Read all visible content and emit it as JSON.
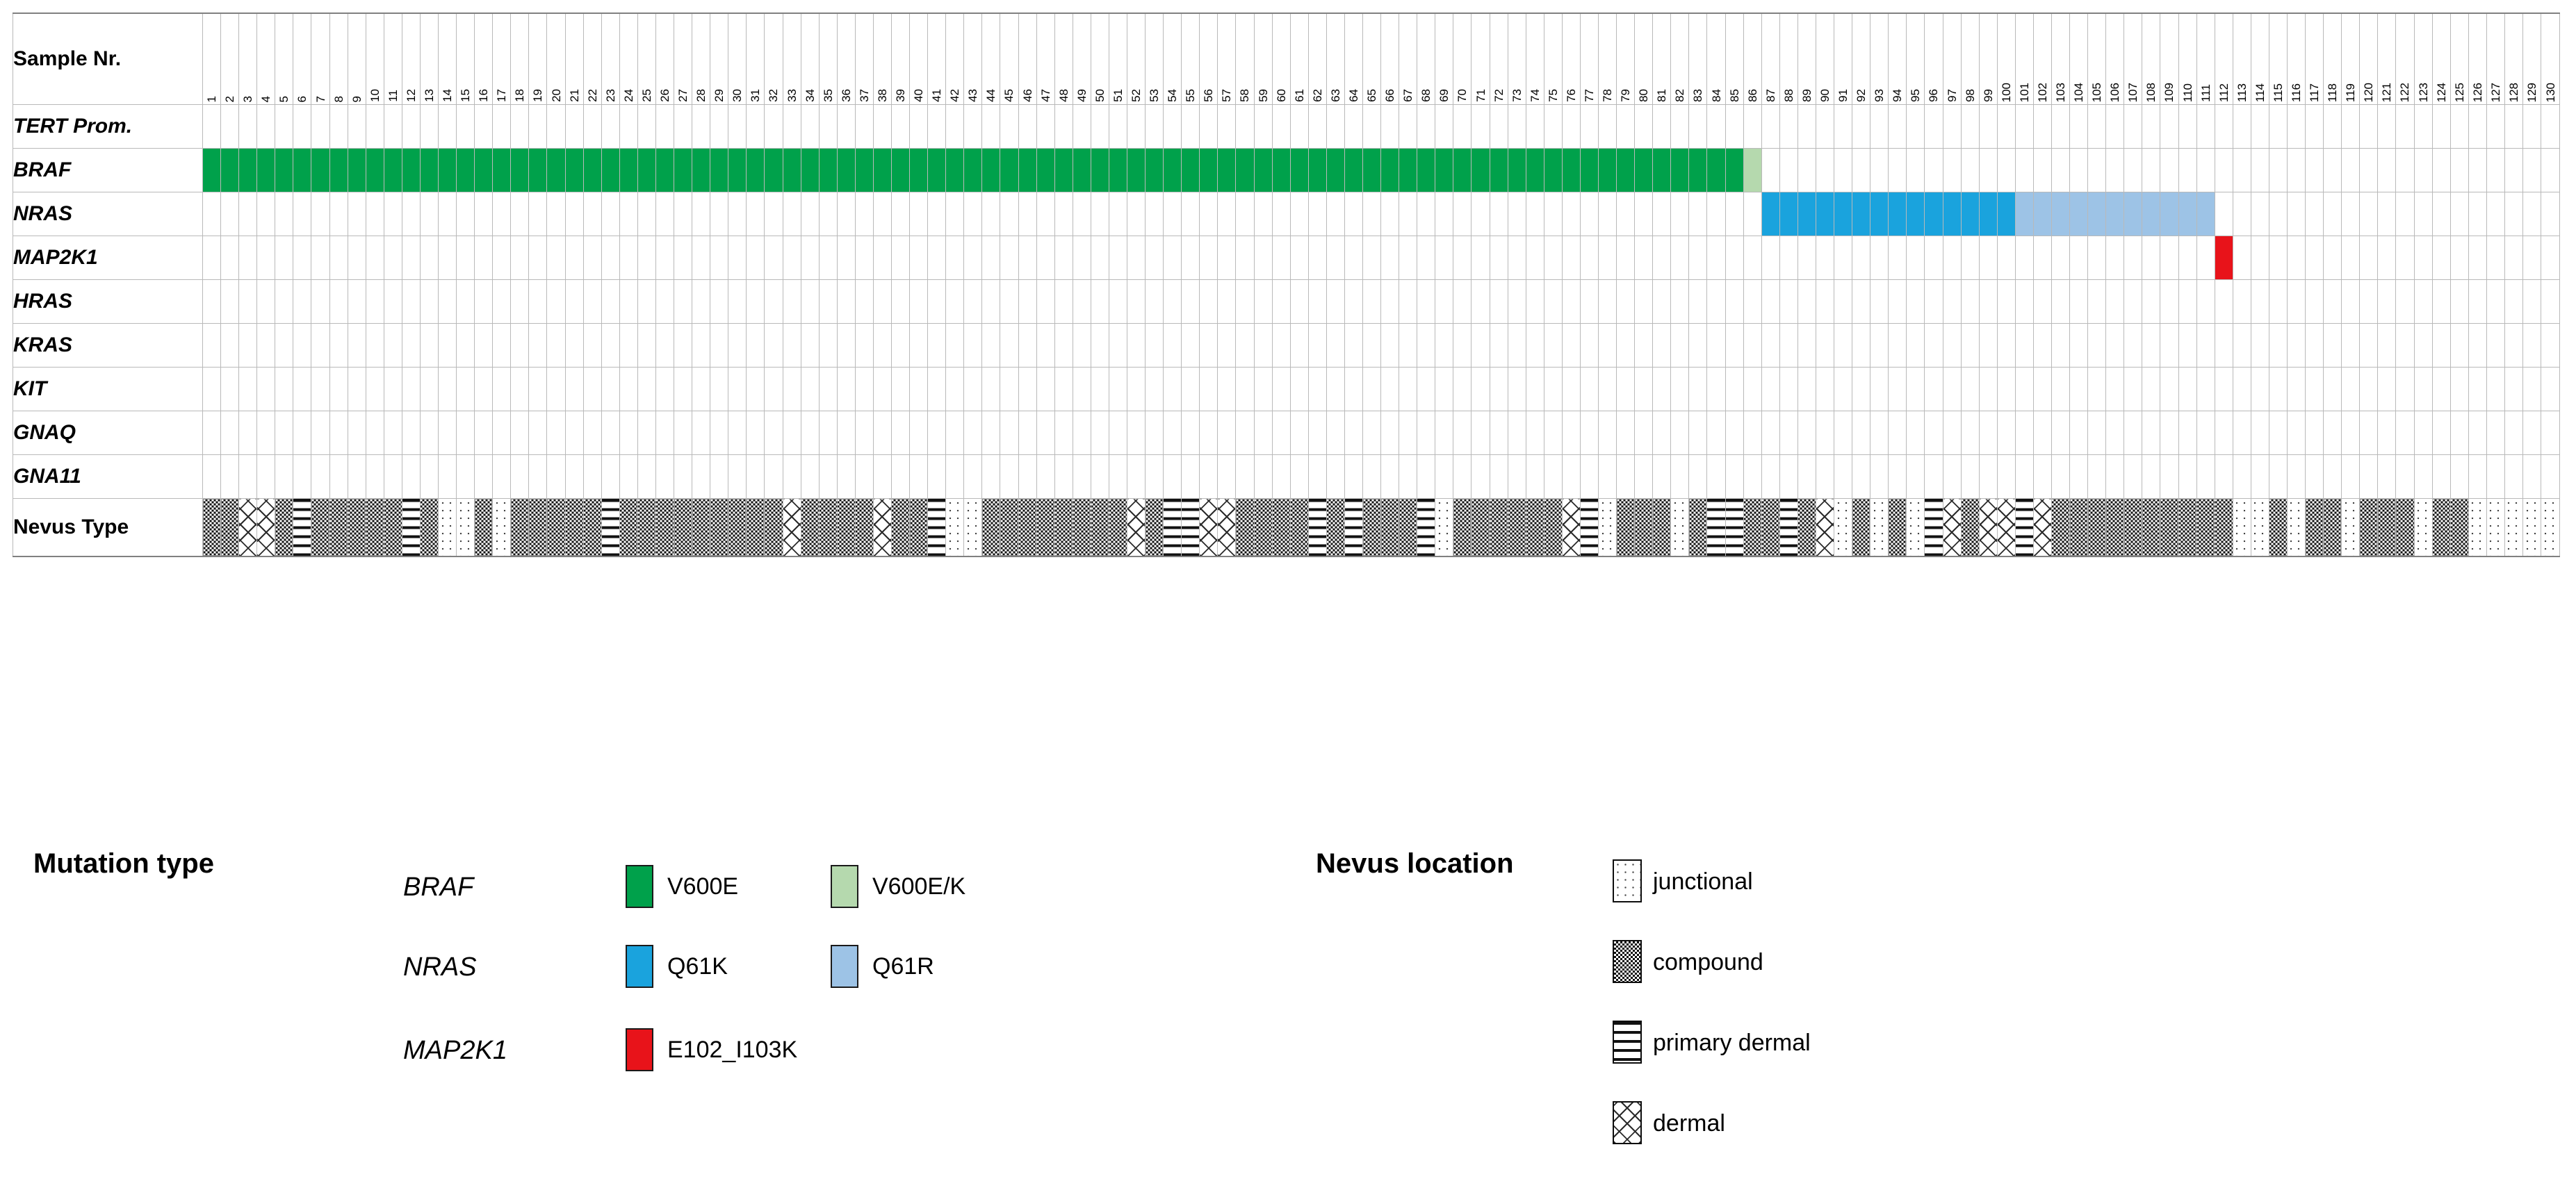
{
  "chart_data": {
    "type": "heatmap",
    "title": "",
    "description": "Oncoprint-style mutation matrix of 130 nevus samples across 9 genes plus nevus type annotation row",
    "xlabel": "Sample Nr.",
    "ylabel": "",
    "n_samples": 130,
    "sample_numbers": [
      1,
      2,
      3,
      4,
      5,
      6,
      7,
      8,
      9,
      10,
      11,
      12,
      13,
      14,
      15,
      16,
      17,
      18,
      19,
      20,
      21,
      22,
      23,
      24,
      25,
      26,
      27,
      28,
      29,
      30,
      31,
      32,
      33,
      34,
      35,
      36,
      37,
      38,
      39,
      40,
      41,
      42,
      43,
      44,
      45,
      46,
      47,
      48,
      49,
      50,
      51,
      52,
      53,
      54,
      55,
      56,
      57,
      58,
      59,
      60,
      61,
      62,
      63,
      64,
      65,
      66,
      67,
      68,
      69,
      70,
      71,
      72,
      73,
      74,
      75,
      76,
      77,
      78,
      79,
      80,
      81,
      82,
      83,
      84,
      85,
      86,
      87,
      88,
      89,
      90,
      91,
      92,
      93,
      94,
      95,
      96,
      97,
      98,
      99,
      100,
      101,
      102,
      103,
      104,
      105,
      106,
      107,
      108,
      109,
      110,
      111,
      112,
      113,
      114,
      115,
      116,
      117,
      118,
      119,
      120,
      121,
      122,
      123,
      124,
      125,
      126,
      127,
      128,
      129,
      130
    ],
    "gene_rows": [
      "TERT Prom.",
      "BRAF",
      "NRAS",
      "MAP2K1",
      "HRAS",
      "KRAS",
      "KIT",
      "GNAQ",
      "GNA11"
    ],
    "mutation_runs": [
      {
        "gene": "BRAF",
        "mutation": "V600E",
        "color": "#00a14b",
        "start": 1,
        "end": 85
      },
      {
        "gene": "BRAF",
        "mutation": "V600E/K",
        "color": "#b5d9ae",
        "start": 86,
        "end": 86
      },
      {
        "gene": "NRAS",
        "mutation": "Q61K",
        "color": "#1aa3dd",
        "start": 87,
        "end": 100
      },
      {
        "gene": "NRAS",
        "mutation": "Q61R",
        "color": "#9dc3e6",
        "start": 101,
        "end": 111
      },
      {
        "gene": "MAP2K1",
        "mutation": "E102_I103K",
        "color": "#e8131a",
        "start": 112,
        "end": 112
      }
    ],
    "empty_rows": [
      "TERT Prom.",
      "HRAS",
      "KRAS",
      "KIT",
      "GNAQ",
      "GNA11"
    ],
    "nevus_type_row_label": "Nevus Type",
    "nevus_types": [
      "compound",
      "compound",
      "dermal",
      "dermal",
      "compound",
      "primarydermal",
      "compound",
      "compound",
      "compound",
      "compound",
      "compound",
      "primarydermal",
      "compound",
      "junctional",
      "junctional",
      "compound",
      "junctional",
      "compound",
      "compound",
      "compound",
      "compound",
      "compound",
      "primarydermal",
      "compound",
      "compound",
      "compound",
      "compound",
      "compound",
      "compound",
      "compound",
      "compound",
      "compound",
      "dermal",
      "compound",
      "compound",
      "compound",
      "compound",
      "dermal",
      "compound",
      "compound",
      "primarydermal",
      "junctional",
      "junctional",
      "compound",
      "compound",
      "compound",
      "compound",
      "compound",
      "compound",
      "compound",
      "compound",
      "dermal",
      "compound",
      "primarydermal",
      "primarydermal",
      "dermal",
      "dermal",
      "compound",
      "compound",
      "compound",
      "compound",
      "primarydermal",
      "compound",
      "primarydermal",
      "compound",
      "compound",
      "compound",
      "primarydermal",
      "junctional",
      "compound",
      "compound",
      "compound",
      "compound",
      "compound",
      "compound",
      "dermal",
      "primarydermal",
      "junctional",
      "compound",
      "compound",
      "compound",
      "junctional",
      "compound",
      "primarydermal",
      "primarydermal",
      "compound",
      "compound",
      "primarydermal",
      "compound",
      "dermal",
      "junctional",
      "compound",
      "junctional",
      "compound",
      "junctional",
      "primarydermal",
      "dermal",
      "compound",
      "dermal",
      "dermal",
      "primarydermal",
      "dermal",
      "compound",
      "compound",
      "compound",
      "compound",
      "compound",
      "compound",
      "compound",
      "compound",
      "compound",
      "compound",
      "junctional",
      "junctional",
      "compound",
      "junctional",
      "compound",
      "compound",
      "junctional",
      "compound",
      "compound",
      "compound",
      "junctional",
      "compound",
      "compound",
      "junctional",
      "junctional",
      "junctional",
      "junctional",
      "junctional"
    ]
  },
  "table": {
    "header_label": "Sample Nr.",
    "rows": [
      {
        "label": "TERT Prom.",
        "italic": true
      },
      {
        "label": "BRAF",
        "italic": true
      },
      {
        "label": "NRAS",
        "italic": true
      },
      {
        "label": "MAP2K1",
        "italic": true
      },
      {
        "label": "HRAS",
        "italic": true
      },
      {
        "label": "KRAS",
        "italic": true
      },
      {
        "label": "KIT",
        "italic": true
      },
      {
        "label": "GNAQ",
        "italic": true
      },
      {
        "label": "GNA11",
        "italic": true
      }
    ],
    "nevus_label": "Nevus Type"
  },
  "legend": {
    "mutation_title": "Mutation type",
    "location_title": "Nevus location",
    "mutation_groups": [
      {
        "gene": "BRAF",
        "items": [
          {
            "label": "V600E",
            "color": "#00a14b"
          },
          {
            "label": "V600E/K",
            "color": "#b5d9ae"
          }
        ]
      },
      {
        "gene": "NRAS",
        "items": [
          {
            "label": "Q61K",
            "color": "#1aa3dd"
          },
          {
            "label": "Q61R",
            "color": "#9dc3e6"
          }
        ]
      },
      {
        "gene": "MAP2K1",
        "items": [
          {
            "label": "E102_I103K",
            "color": "#e8131a"
          }
        ]
      }
    ],
    "location_items": [
      {
        "label": "junctional",
        "pattern": "junctional"
      },
      {
        "label": "compound",
        "pattern": "compound"
      },
      {
        "label": "primary dermal",
        "pattern": "primarydermal"
      },
      {
        "label": "dermal",
        "pattern": "dermal"
      }
    ]
  }
}
